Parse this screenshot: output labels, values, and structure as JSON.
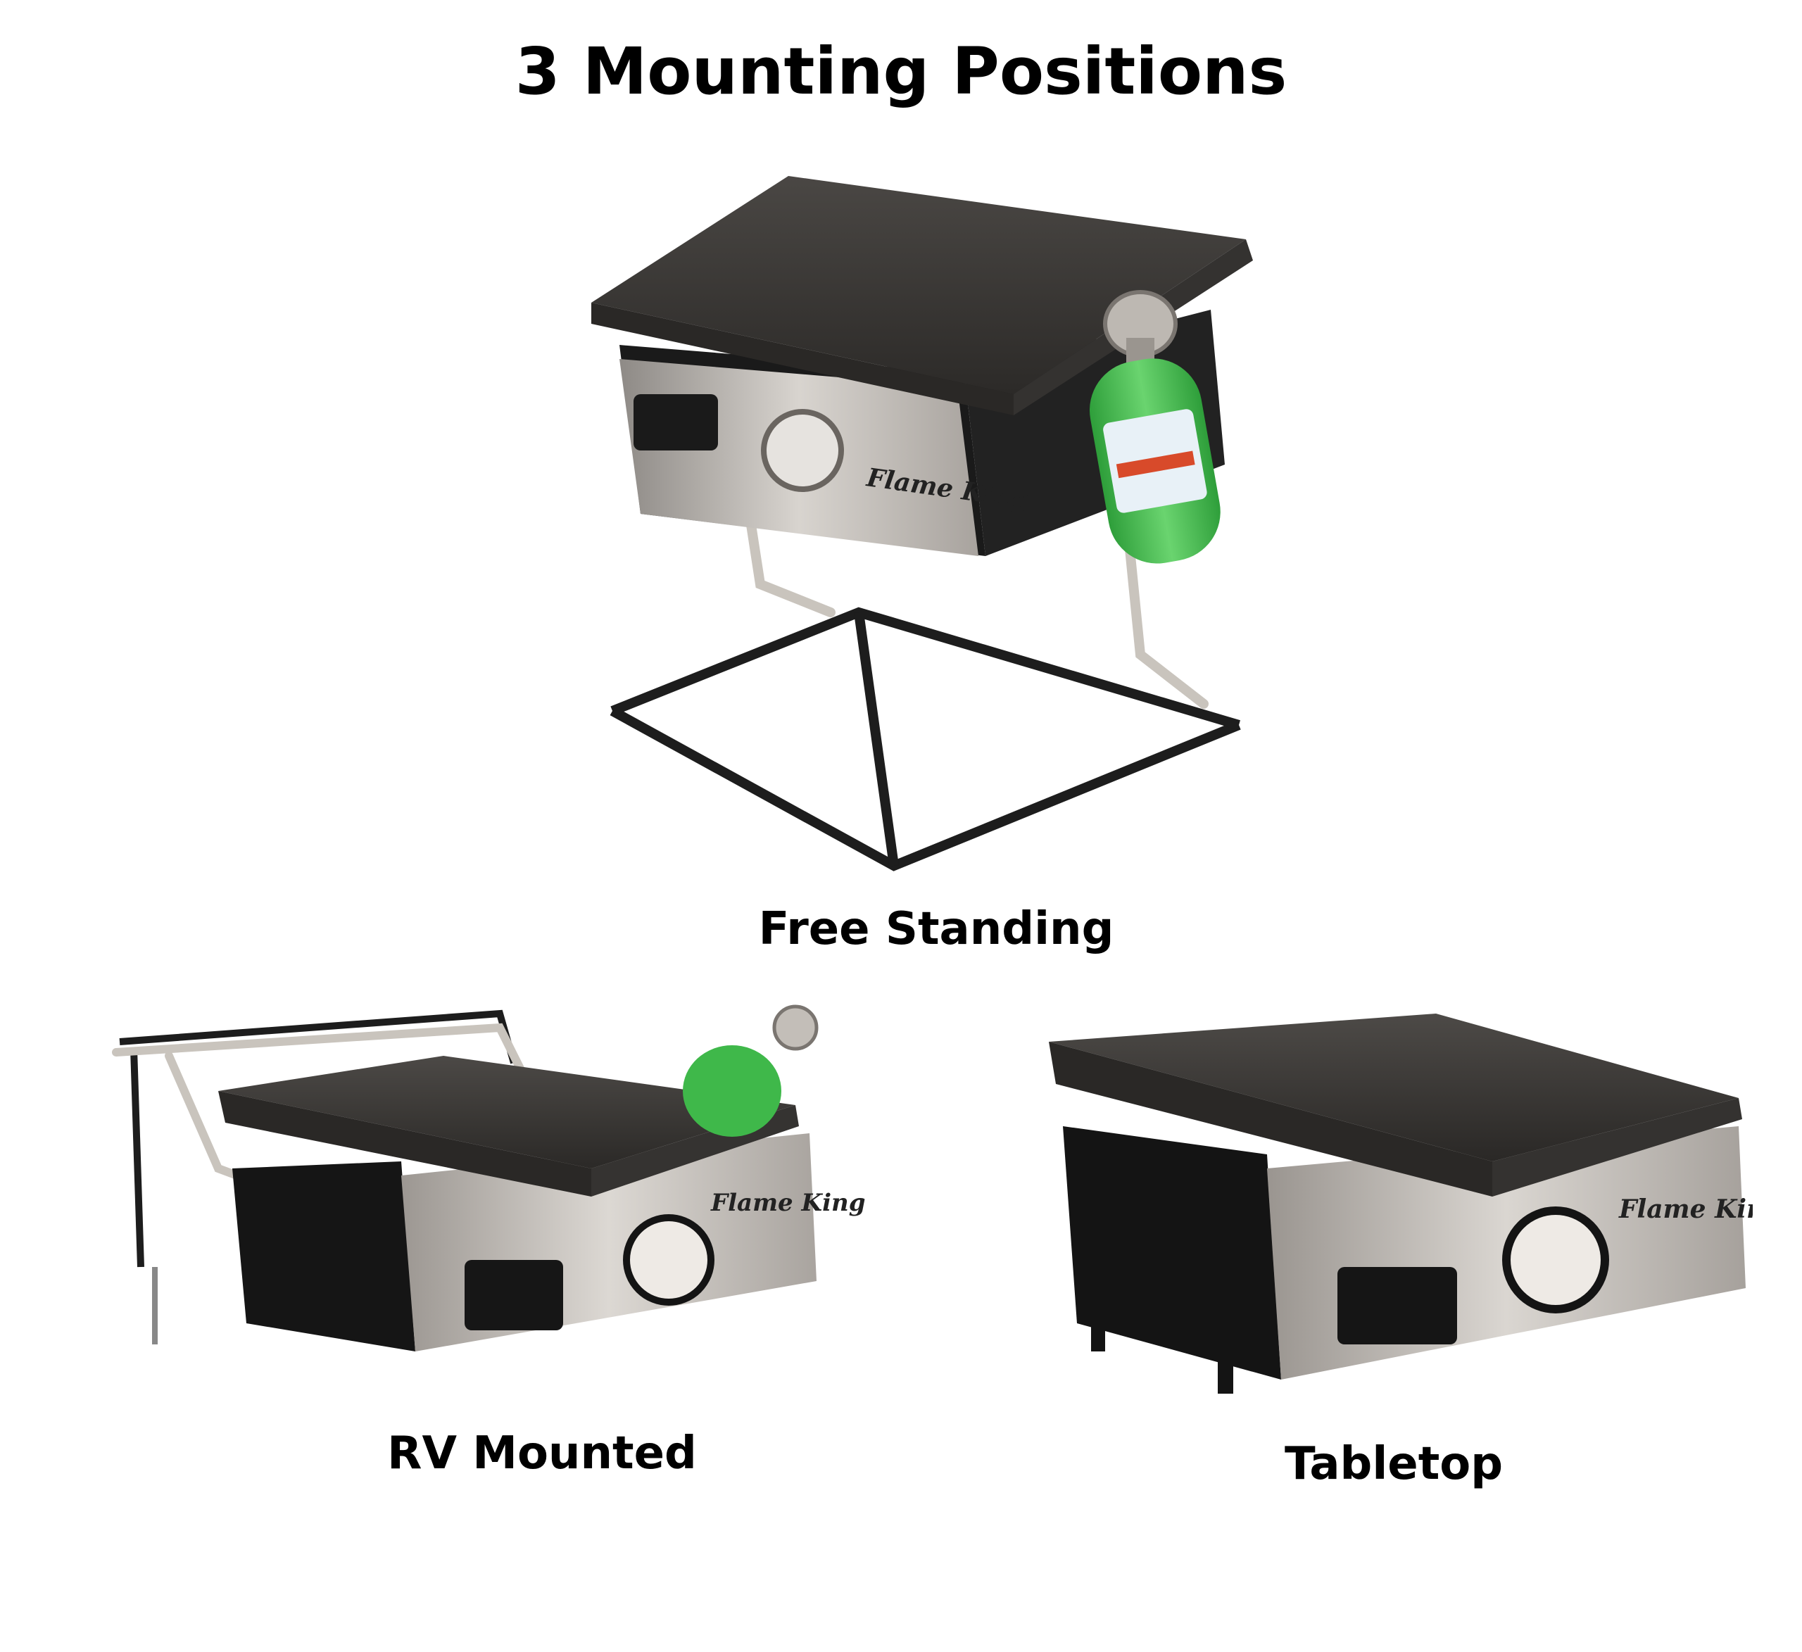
{
  "title": "3 Mounting Positions",
  "positions": [
    {
      "label": "Free Standing"
    },
    {
      "label": "RV Mounted"
    },
    {
      "label": "Tabletop"
    }
  ],
  "brand_logo": "Flame King",
  "colors": {
    "background": "#ffffff",
    "text": "#000000",
    "griddle": "#3a3836",
    "steel": "#b9b5b0",
    "body_black": "#1a1a1a",
    "tank_green": "#3fb84a"
  },
  "icons": [
    "griddle-free-standing-photo",
    "griddle-rv-mounted-photo",
    "griddle-tabletop-photo"
  ]
}
